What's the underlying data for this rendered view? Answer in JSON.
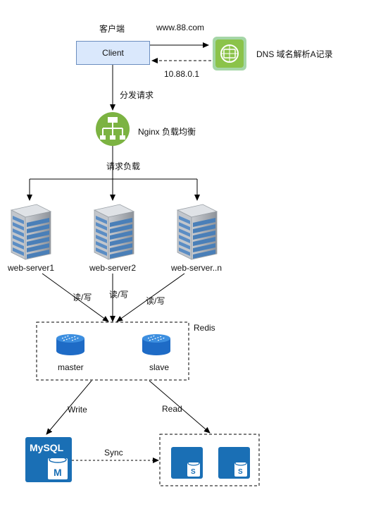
{
  "client": {
    "caption": "客户端",
    "label": "Client"
  },
  "dns": {
    "query": "www.88.com",
    "answer": "10.88.0.1",
    "label": "DNS 域名解析A记录"
  },
  "dispatch_label": "分发请求",
  "nginx": {
    "label": "Nginx 负载均衡"
  },
  "load_label": "请求负载",
  "servers": [
    {
      "label": "web-server1",
      "rw": "读/写"
    },
    {
      "label": "web-server2",
      "rw": "读/写"
    },
    {
      "label": "web-server..n",
      "rw": "读/写"
    }
  ],
  "redis": {
    "label": "Redis",
    "master": "master",
    "slave": "slave"
  },
  "write_label": "Write",
  "read_label": "Read",
  "mysql": {
    "logo": "MySQL",
    "badge": "M"
  },
  "sync_label": "Sync",
  "replica_badge": "S",
  "colors": {
    "client_fill": "#dae8fc",
    "client_stroke": "#6c8ebf",
    "dns_green": "#8bc34a",
    "nginx_green": "#7cb342",
    "mysql_blue": "#1a6fb5",
    "redis_blue": "#2a7fd0"
  }
}
